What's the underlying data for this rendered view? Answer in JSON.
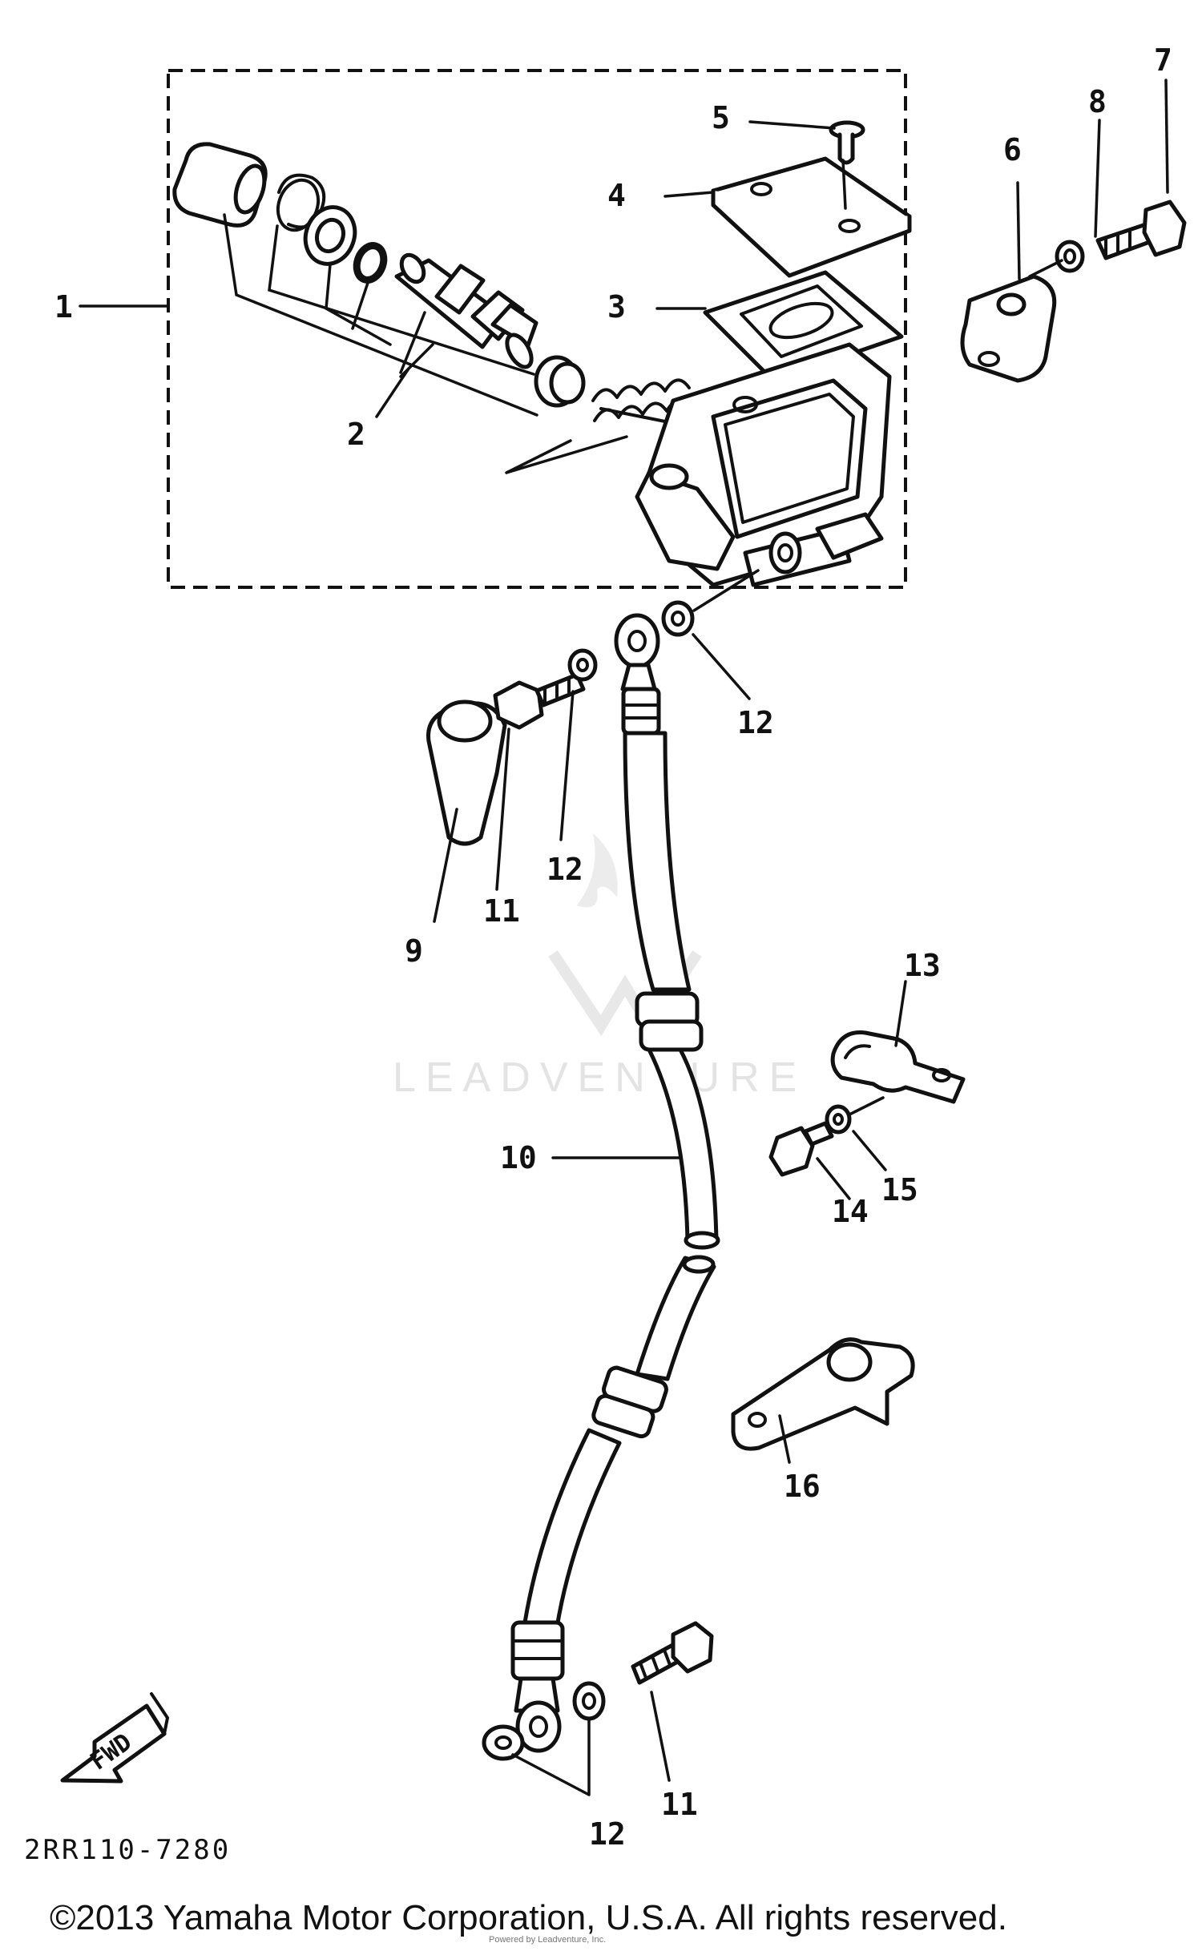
{
  "callouts": [
    "1",
    "2",
    "3",
    "4",
    "5",
    "6",
    "7",
    "8",
    "9",
    "10",
    "11",
    "12",
    "13",
    "14",
    "15",
    "16"
  ],
  "callout_extra": {
    "label_11b": "11",
    "label_12b": "12",
    "label_12c": "12"
  },
  "arrow_label": "FWD",
  "diagram_code": "2RR110-7280",
  "copyright": "©2013 Yamaha Motor Corporation, U.S.A. All rights reserved.",
  "watermark": "LEADVENTURE",
  "watermark_small": "Powered by Leadventure, Inc.",
  "colors": {
    "ink": "#111111",
    "background": "#ffffff",
    "watermark": "#e3e3e3"
  }
}
